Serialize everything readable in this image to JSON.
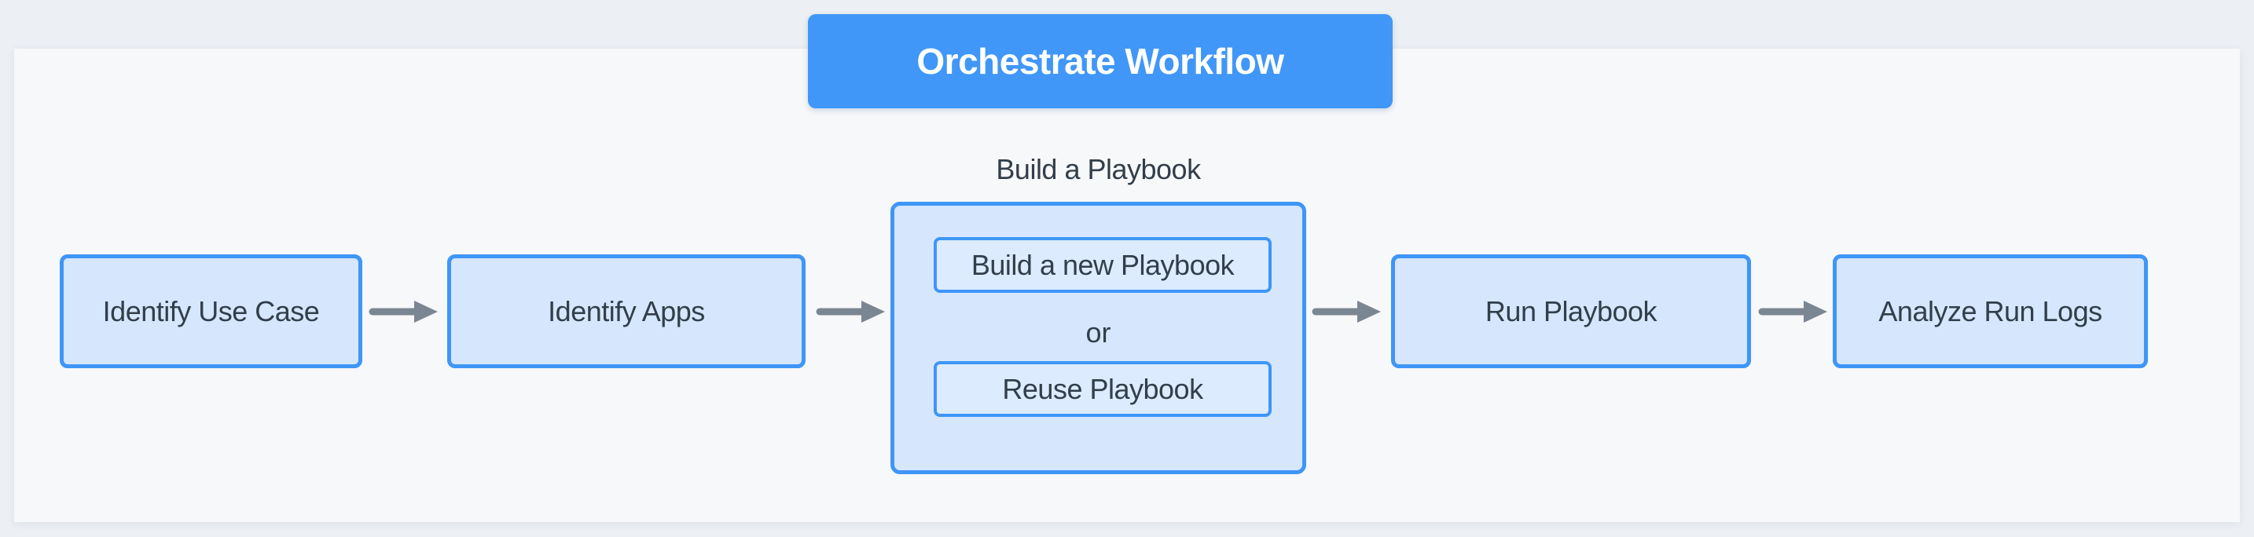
{
  "banner": {
    "title": "Orchestrate Workflow"
  },
  "workflow": {
    "steps": [
      {
        "label": "Identify Use Case"
      },
      {
        "label": "Identify Apps"
      },
      {
        "group_label": "Build a Playbook",
        "separator": "or",
        "options": [
          {
            "label": "Build a new Playbook"
          },
          {
            "label": "Reuse Playbook"
          }
        ]
      },
      {
        "label": "Run Playbook"
      },
      {
        "label": "Analyze Run Logs"
      }
    ]
  },
  "colors": {
    "page_bg": "#ecf0f4",
    "panel_bg": "#f7f8fa",
    "banner_bg": "#4097f8",
    "banner_text": "#ffffff",
    "node_fill": "#d6e6fc",
    "inner_node_fill": "#dcebfd",
    "node_border": "#3e96f7",
    "node_text": "#323e4a",
    "arrow": "#7b8693"
  }
}
